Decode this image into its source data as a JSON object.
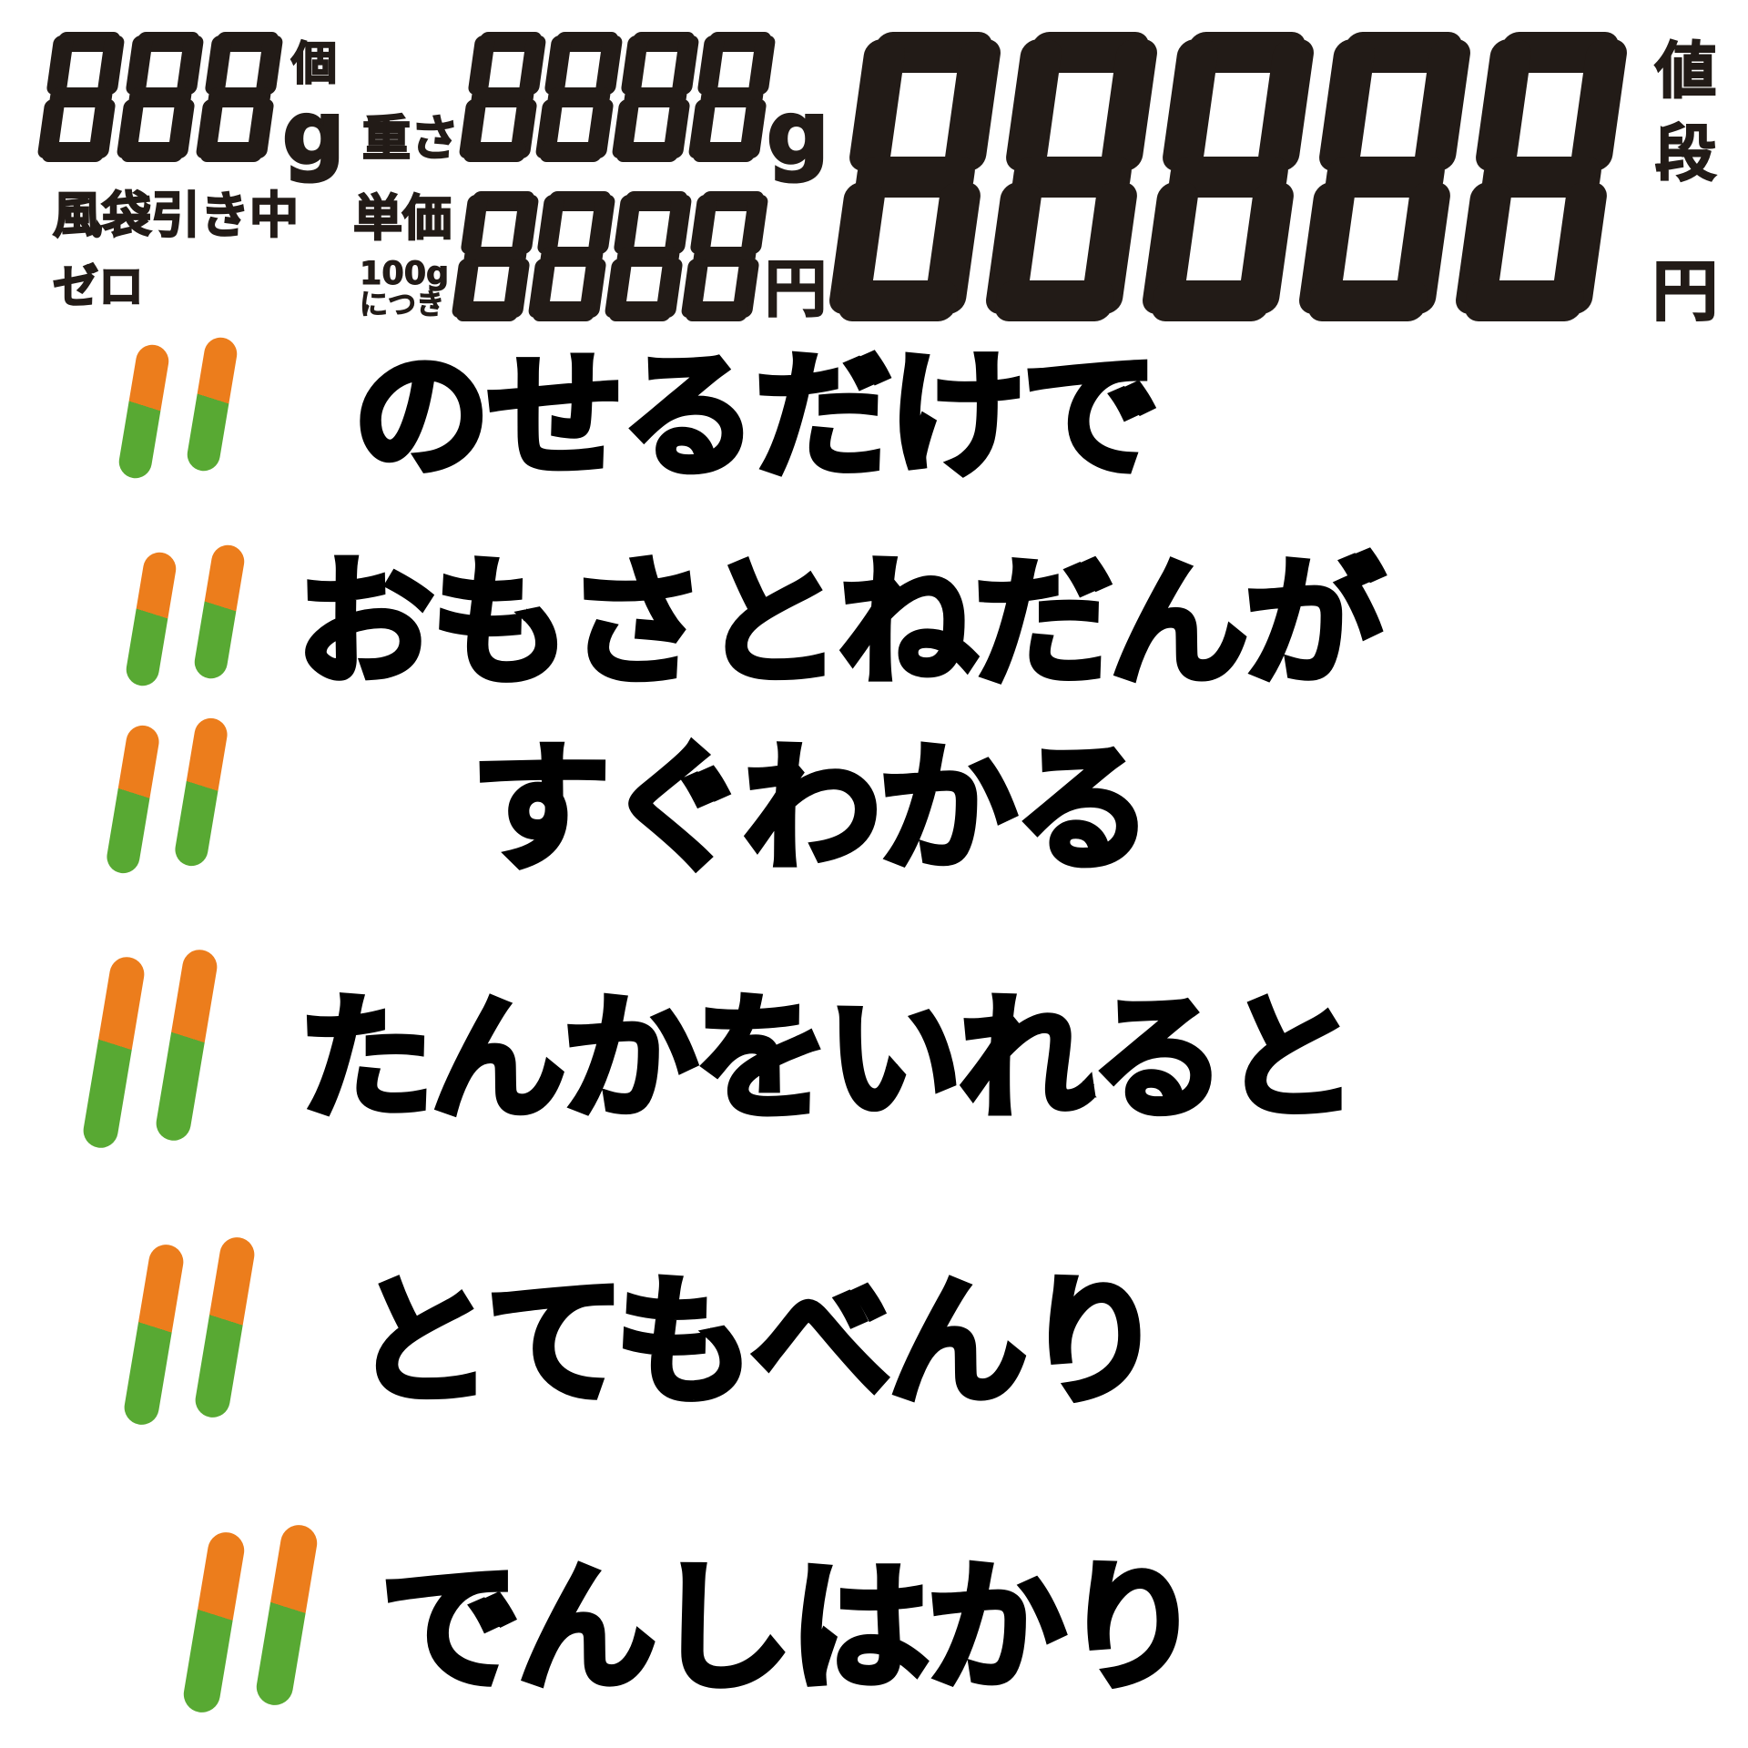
{
  "display": {
    "color": "#221b17",
    "count": {
      "digits": "888",
      "unit_piece": "個",
      "unit_gram": "g",
      "status_tare": "風袋引き中",
      "status_zero": "ゼロ"
    },
    "weight": {
      "label": "重さ",
      "digits": "8888",
      "unit": "g"
    },
    "unit_price": {
      "label": "単価",
      "per_line1": "100g",
      "per_line2": "につき",
      "digits": "8888",
      "unit": "円"
    },
    "price": {
      "digits": "88888",
      "label_vertical": "値段",
      "unit": "円"
    }
  },
  "legend": {
    "icon_color_top": "#ec7d1c",
    "icon_color_bottom": "#58a933",
    "rows": [
      {
        "text": "のせるだけで"
      },
      {
        "text": "おもさとねだんが"
      },
      {
        "text": "すぐわかる"
      },
      {
        "text": "たんかをいれると"
      },
      {
        "text": "とてもべんり"
      },
      {
        "text": "でんしはかり"
      }
    ]
  }
}
